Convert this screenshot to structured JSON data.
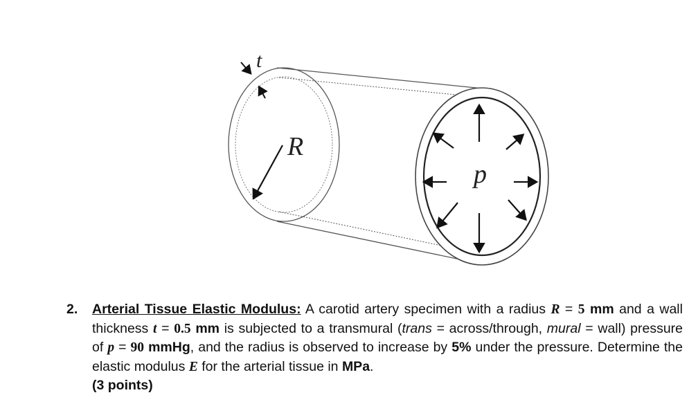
{
  "figure": {
    "label_t": "t",
    "label_R": "R",
    "label_p": "p"
  },
  "problem": {
    "number": "2.",
    "title": "Arterial Tissue Elastic Modulus:",
    "t1": " A carotid artery specimen with a radius ",
    "R_sym": "R",
    "t2": " = ",
    "R_val": "5",
    "R_unit": " mm",
    "t3": " and a wall thickness ",
    "t_sym": "t",
    "t4": " = ",
    "t_val": "0.5",
    "t_unit": " mm",
    "t5": " is subjected to a transmural (",
    "trans": "trans",
    "t6": " = across/through, ",
    "mural": "mural",
    "t7": " = wall) pressure of ",
    "p_sym": "p",
    "t8": " = ",
    "p_val": "90",
    "p_unit": " mmHg",
    "t9": ", and the radius is observed to increase by ",
    "pct": "5%",
    "t10": " under the pressure. Determine the elastic modulus ",
    "E_sym": "E",
    "t11": " for the arterial tissue in ",
    "unit": "MPa",
    "t12": ".",
    "points": "(3 points)"
  }
}
